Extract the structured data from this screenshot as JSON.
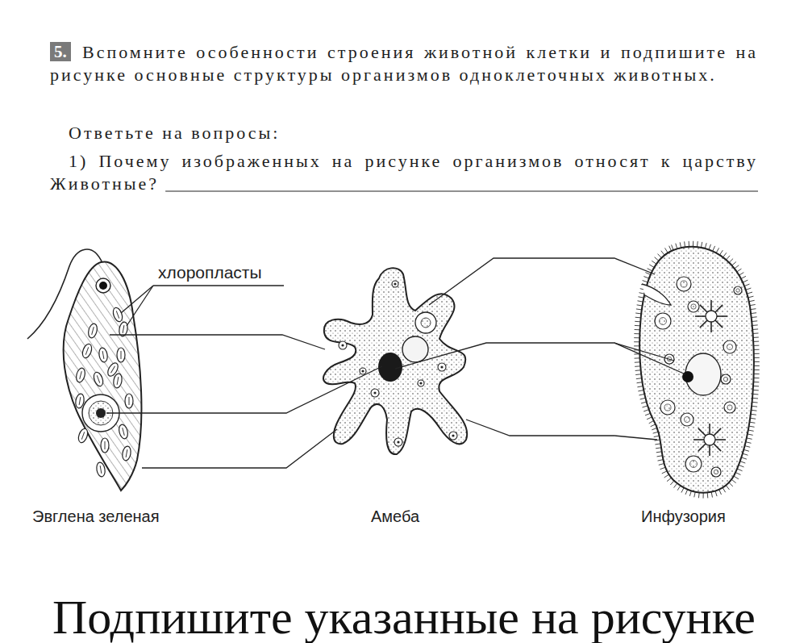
{
  "diagram": {
    "caption": "Подпишите указанные на рисунке",
    "labels": [
      "5.",
      "Вспомните особенности строения животной клетки и подпишите на рисунке основные структуры организмов одноклеточных животных.",
      "Ответьте на вопросы:",
      "1) Почему изображенных на рисунке организмов относят к царству Животные?",
      "хлоропласты",
      "Эвглена зеленая",
      "Амеба",
      "Инфузория"
    ]
  }
}
